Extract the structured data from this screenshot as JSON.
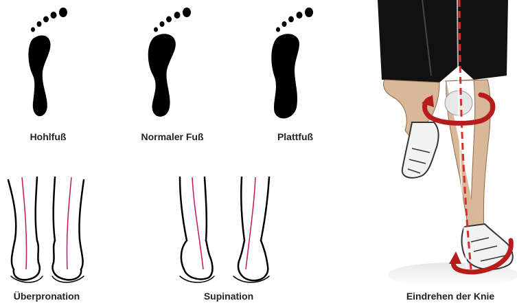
{
  "labels": {
    "hohlfuss": "Hohlfuß",
    "normaler_fuss": "Normaler Fuß",
    "plattfuss": "Plattfuß",
    "ueberpronation": "Überpronation",
    "supination": "Supination",
    "eindrehen": "Eindrehen der Knie"
  },
  "colors": {
    "foot": "#000000",
    "axis_line": "#c2185b",
    "rotation_arrow": "#b71c1c",
    "skin": "#d8b898",
    "shorts": "#111111",
    "dashed_axis": "#d32f2f"
  }
}
